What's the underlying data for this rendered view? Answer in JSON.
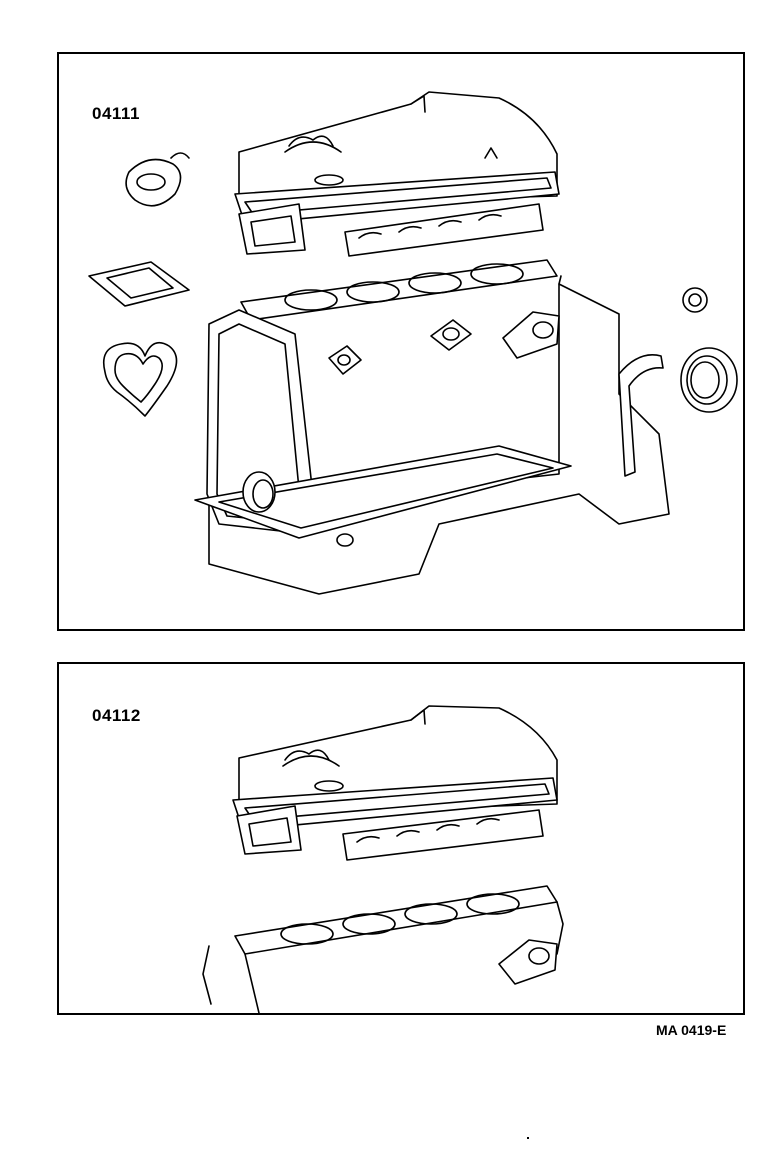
{
  "panels": [
    {
      "code": "04111"
    },
    {
      "code": "04112"
    }
  ],
  "figure_ref": "MA 0419-E"
}
